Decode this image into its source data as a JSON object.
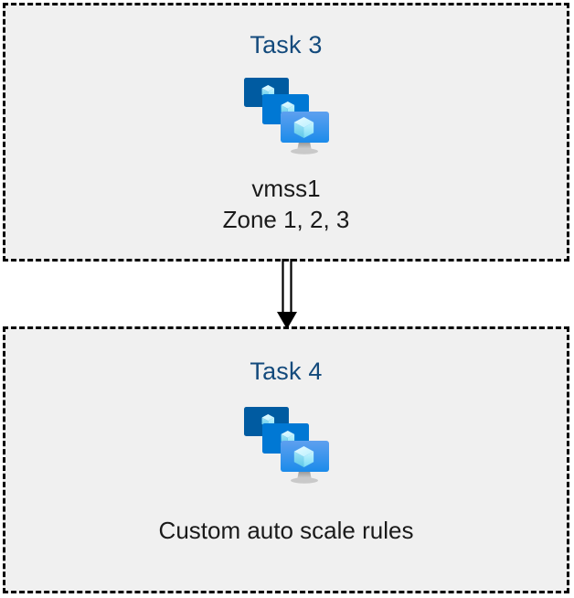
{
  "diagram": {
    "type": "flow",
    "background_color": "#ffffff",
    "box_fill_color": "#f0f0f0",
    "box_border_color": "#000000",
    "box_border_style": "dashed",
    "title_color": "#134a7c",
    "caption_color": "#1a1a1a",
    "nodes": [
      {
        "id": "task3",
        "title": "Task 3",
        "icon": "vm-scale-set-icon",
        "caption_line1": "vmss1",
        "caption_line2": "Zone 1, 2, 3"
      },
      {
        "id": "task4",
        "title": "Task 4",
        "icon": "vm-scale-set-icon",
        "caption_line1": "Custom auto scale rules",
        "caption_line2": ""
      }
    ],
    "connector": {
      "from": "task3",
      "to": "task4",
      "style": "double-line",
      "arrowhead": "filled-triangle",
      "color": "#000000",
      "direction": "down"
    },
    "icon_colors": {
      "monitor_back": "#005ba1",
      "monitor_middle": "#0078d4",
      "monitor_front_top": "#5ea0ef",
      "monitor_front_bottom": "#1b8bea",
      "cube_light": "#c3f1ff",
      "cube_mid": "#9cebff",
      "cube_dark": "#32bedd",
      "stand": "#b3b3b3"
    }
  }
}
